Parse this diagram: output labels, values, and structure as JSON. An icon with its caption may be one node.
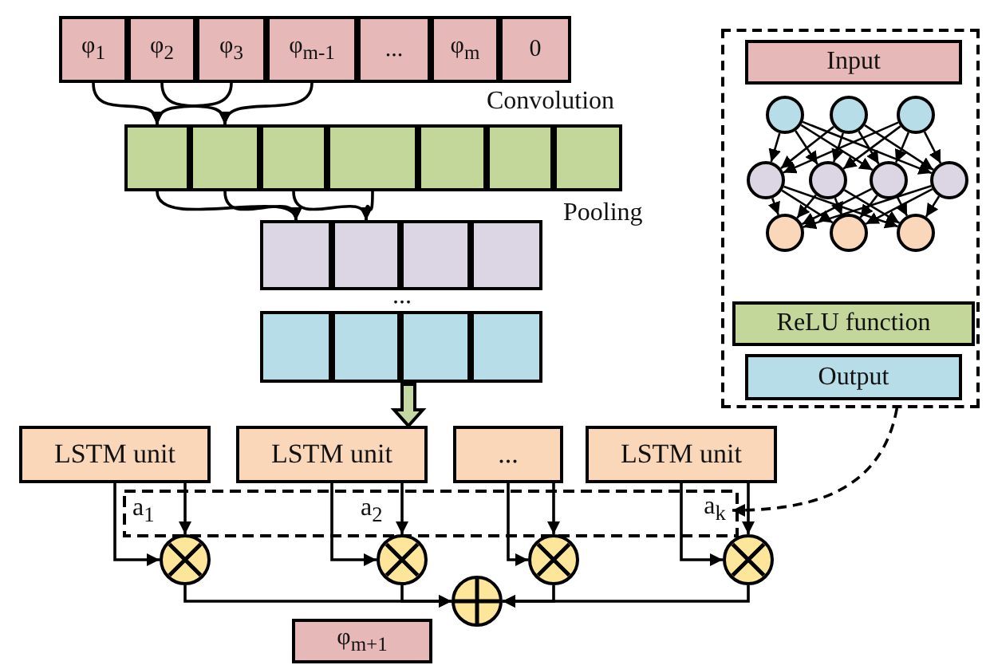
{
  "diagram": {
    "nodes": [
      {
        "text": [
          "φ$_{1}$"
        ]
      },
      {
        "text": [
          "φ$_{2}$"
        ]
      },
      {
        "text": [
          "φ$_{3}$"
        ]
      },
      {
        "text": [
          "φ$_{m-1}$"
        ]
      },
      {
        "text": [
          "..."
        ]
      },
      {
        "text": [
          "φ$_{m}$"
        ]
      },
      {
        "text": [
          "0"
        ]
      },
      {
        "text": [],
        "shape": "box"
      },
      {
        "text": [],
        "shape": "box"
      },
      {
        "text": [],
        "shape": "box"
      },
      {
        "text": [],
        "shape": "box"
      },
      {
        "text": [],
        "shape": "box"
      },
      {
        "text": [],
        "shape": "box"
      },
      {
        "text": [],
        "shape": "box"
      },
      {
        "text": [],
        "shape": "box"
      },
      {
        "text": [],
        "shape": "box"
      },
      {
        "text": [],
        "shape": "box"
      },
      {
        "text": [],
        "shape": "box"
      },
      {
        "text": [],
        "shape": "box"
      },
      {
        "text": [],
        "shape": "box"
      },
      {
        "text": [],
        "shape": "box"
      },
      {
        "text": [],
        "shape": "box"
      },
      {
        "text": [
          "LSTM unit"
        ]
      },
      {
        "text": [
          "LSTM unit"
        ]
      },
      {
        "text": [
          "..."
        ]
      },
      {
        "text": [
          "LSTM unit"
        ]
      },
      {
        "text": [],
        "shape": "circle"
      },
      {
        "text": [],
        "shape": "circle"
      },
      {
        "text": [],
        "shape": "circle"
      },
      {
        "text": [],
        "shape": "circle"
      },
      {
        "text": [],
        "shape": "circle"
      },
      {
        "text": [
          "φ$_{m+1}$"
        ]
      },
      {
        "text": [],
        "shape": "box"
      },
      {
        "text": [
          "Input"
        ],
        "in": 32
      },
      {
        "text": [],
        "shape": "circle",
        "in": 32
      },
      {
        "text": [],
        "shape": "circle",
        "in": 32
      },
      {
        "text": [],
        "shape": "circle",
        "in": 32
      },
      {
        "text": [],
        "shape": "circle",
        "in": 32
      },
      {
        "text": [],
        "shape": "circle",
        "in": 32
      },
      {
        "text": [],
        "shape": "circle",
        "in": 32
      },
      {
        "text": [],
        "shape": "circle",
        "in": 32
      },
      {
        "text": [],
        "shape": "circle",
        "in": 32
      },
      {
        "text": [],
        "shape": "circle",
        "in": 32
      },
      {
        "text": [],
        "shape": "circle",
        "in": 32
      },
      {
        "text": [
          "ReLU function"
        ],
        "in": 32
      },
      {
        "text": [
          "Output"
        ],
        "in": 32
      },
      {
        "text": [
          "a$_{k}$"
        ]
      }
    ],
    "edges": [
      {
        "from": 0,
        "to": 7,
        "arrow": "to"
      },
      {
        "from": 2,
        "to": 7,
        "arrow": "to"
      },
      {
        "from": 1,
        "to": 8,
        "arrow": "to"
      },
      {
        "from": 3,
        "to": 8,
        "arrow": "to"
      },
      {
        "from": 7,
        "to": 14,
        "arrow": "to"
      },
      {
        "from": 8,
        "to": 14,
        "arrow": "to"
      },
      {
        "from": 9,
        "to": 15,
        "arrow": "to"
      },
      {
        "from": 10,
        "to": 15,
        "arrow": "to"
      },
      {
        "from": 20,
        "to": 23,
        "arrow": "to",
        "style": "thick",
        "color": "#c5d8a4"
      },
      {
        "from": 22,
        "to": 26,
        "arrow": "to"
      },
      {
        "from": 22,
        "to": 26,
        "arrow": "to"
      },
      {
        "from": 23,
        "to": 27,
        "arrow": "to"
      },
      {
        "from": 23,
        "to": 27,
        "arrow": "to"
      },
      {
        "from": 24,
        "to": 28,
        "arrow": "to"
      },
      {
        "from": 24,
        "to": 28,
        "arrow": "to"
      },
      {
        "from": 25,
        "to": 29,
        "arrow": "to"
      },
      {
        "from": 25,
        "to": 29,
        "arrow": "to"
      },
      {
        "from": 26,
        "to": 30,
        "arrow": "to"
      },
      {
        "from": 27,
        "to": 30,
        "arrow": "to"
      },
      {
        "from": 28,
        "to": 30,
        "arrow": "to"
      },
      {
        "from": 29,
        "to": 30,
        "arrow": "to"
      },
      {
        "from": 32,
        "to": 46,
        "arrow": "to",
        "style": "dashed"
      },
      {
        "from": 34,
        "to": 37,
        "arrow": "to"
      },
      {
        "from": 34,
        "to": 38,
        "arrow": "to"
      },
      {
        "from": 34,
        "to": 39,
        "arrow": "to"
      },
      {
        "from": 34,
        "to": 40,
        "arrow": "to"
      },
      {
        "from": 35,
        "to": 37,
        "arrow": "to"
      },
      {
        "from": 35,
        "to": 38,
        "arrow": "to"
      },
      {
        "from": 35,
        "to": 39,
        "arrow": "to"
      },
      {
        "from": 35,
        "to": 40,
        "arrow": "to"
      },
      {
        "from": 36,
        "to": 37,
        "arrow": "to"
      },
      {
        "from": 36,
        "to": 38,
        "arrow": "to"
      },
      {
        "from": 36,
        "to": 39,
        "arrow": "to"
      },
      {
        "from": 36,
        "to": 40,
        "arrow": "to"
      },
      {
        "from": 37,
        "to": 41,
        "arrow": "to"
      },
      {
        "from": 37,
        "to": 42,
        "arrow": "to"
      },
      {
        "from": 37,
        "to": 43,
        "arrow": "to"
      },
      {
        "from": 38,
        "to": 41,
        "arrow": "to"
      },
      {
        "from": 38,
        "to": 42,
        "arrow": "to"
      },
      {
        "from": 38,
        "to": 43,
        "arrow": "to"
      },
      {
        "from": 39,
        "to": 41,
        "arrow": "to"
      },
      {
        "from": 39,
        "to": 42,
        "arrow": "to"
      },
      {
        "from": 39,
        "to": 43,
        "arrow": "to"
      },
      {
        "from": 40,
        "to": 41,
        "arrow": "to"
      },
      {
        "from": 40,
        "to": 42,
        "arrow": "to"
      },
      {
        "from": 40,
        "to": 43,
        "arrow": "to"
      }
    ],
    "labels": [
      "Convolution",
      "Pooling",
      "...",
      "a$_{1}$",
      "a$_{2}$"
    ]
  }
}
